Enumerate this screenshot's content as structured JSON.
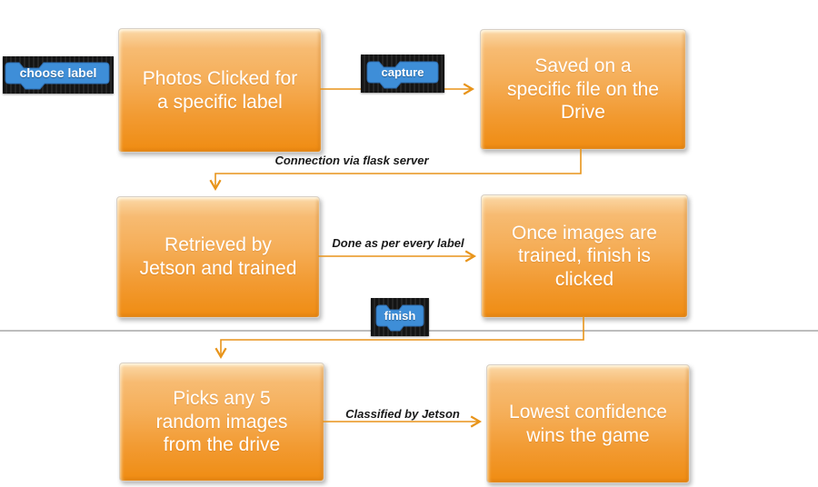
{
  "colors": {
    "page_bg": "#ffffff",
    "box_gradient_top": "#fbd9a8",
    "box_gradient_bottom": "#ef8c12",
    "box_text": "#ffffff",
    "connector": "#e8941a",
    "divider": "#bdbdbd",
    "chip_bg": "#1a1a1a",
    "chip_block_blue": "#3e8ed8",
    "chip_block_border": "#2e6db0",
    "chip_text": "#ffffff",
    "label_text": "#1a1a1a"
  },
  "boxes": [
    {
      "id": "photos-clicked",
      "text": "Photos Clicked for\na specific label"
    },
    {
      "id": "saved-on-drive",
      "text": "Saved on a\nspecific file on the\nDrive"
    },
    {
      "id": "retrieved-by-jetson",
      "text": "Retrieved by\nJetson and trained"
    },
    {
      "id": "once-images-trained",
      "text": "Once images are\ntrained, finish is\nclicked"
    },
    {
      "id": "picks-random-images",
      "text": "Picks any 5\nrandom images\nfrom the drive"
    },
    {
      "id": "lowest-confidence",
      "text": "Lowest confidence\nwins the game"
    }
  ],
  "scratch_blocks": [
    {
      "id": "choose-label",
      "label": "choose label"
    },
    {
      "id": "capture",
      "label": "capture"
    },
    {
      "id": "finish",
      "label": "finish"
    }
  ],
  "connector_labels": [
    {
      "id": "flask-server",
      "text": "Connection via flask server"
    },
    {
      "id": "per-every-label",
      "text": "Done as per every label"
    },
    {
      "id": "classified",
      "text": "Classified by Jetson"
    }
  ]
}
